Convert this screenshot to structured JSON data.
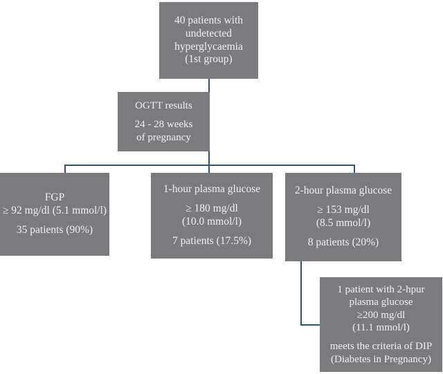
{
  "diagram": {
    "title": "OGTT screening flowchart for undetected hyperglycaemia in pregnancy",
    "type": "flowchart",
    "colors": {
      "node_fill": "#7b7b7e",
      "node_text": "#f2f2f2",
      "connector": "#2d5871",
      "background": "#ffffff"
    },
    "nodes": {
      "top": {
        "id": "patients-group",
        "lines": [
          "40 patients with",
          "undetected",
          "hyperglycaemia",
          "(1st group)"
        ]
      },
      "ogtt": {
        "id": "ogtt-results",
        "lines": [
          "OGTT results",
          "24 - 28 weeks",
          "of pregnancy"
        ]
      },
      "fgp": {
        "id": "fasting-plasma-glucose",
        "lines": [
          "FGP",
          "≥ 92 mg/dl (5.1 mmol/l)",
          "35 patients (90%)"
        ]
      },
      "one_hour": {
        "id": "one-hour-plasma-glucose",
        "lines": [
          "1-hour plasma glucose",
          "≥ 180 mg/dl",
          "(10.0 mmol/l)",
          "7 patients (17.5%)"
        ]
      },
      "two_hour": {
        "id": "two-hour-plasma-glucose",
        "lines": [
          "2-hour plasma glucose",
          "≥ 153 mg/dl",
          "(8.5 mmol/l)",
          "8 patients (20%)"
        ]
      },
      "dip": {
        "id": "diabetes-in-pregnancy",
        "lines": [
          "1 patient with 2-hpur",
          "plasma glucose",
          "≥200 mg/dl",
          "(11.1 mmol/l)",
          "meets the criteria of DIP",
          "(Diabetes in Pregnancy)"
        ]
      }
    }
  }
}
